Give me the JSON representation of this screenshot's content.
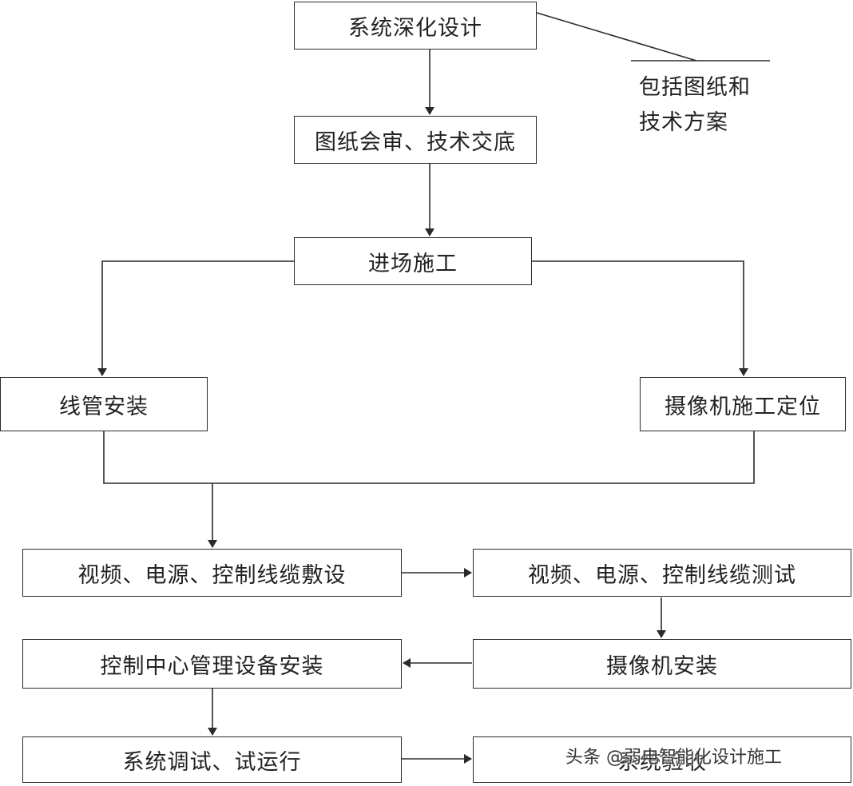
{
  "steps": {
    "s1": "系统深化设计",
    "s2": "图纸会审、技术交底",
    "s3": "进场施工",
    "s4": "线管安装",
    "s5": "摄像机施工定位",
    "s6": "视频、电源、控制线缆敷设",
    "s7": "视频、电源、控制线缆测试",
    "s8": "控制中心管理设备安装",
    "s9": "摄像机安装",
    "s10": "系统调试、试运行",
    "s11": "系统验收"
  },
  "note": {
    "line1": "包括图纸和",
    "line2": "技术方案"
  },
  "watermark": "头条 @弱电智能化设计施工",
  "colors": {
    "line": "#2b2b2b",
    "box_border": "#2b2b2b",
    "background": "#ffffff"
  }
}
